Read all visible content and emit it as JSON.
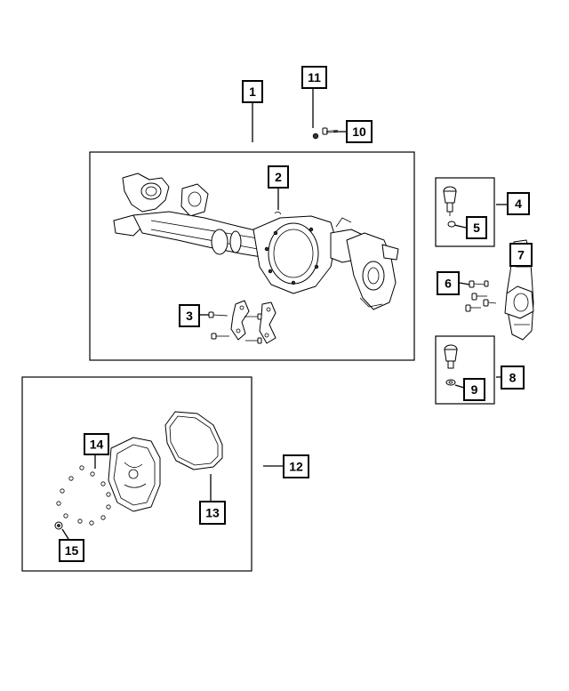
{
  "callouts": {
    "c1": "1",
    "c2": "2",
    "c3": "3",
    "c4": "4",
    "c5": "5",
    "c6": "6",
    "c7": "7",
    "c8": "8",
    "c9": "9",
    "c10": "10",
    "c11": "11",
    "c12": "12",
    "c13": "13",
    "c14": "14",
    "c15": "15"
  },
  "icons": {
    "axle": "axle-assembly-icon",
    "breather": "breather-fitting-icon",
    "bolts": "bolt-icon",
    "ball_joint": "ball-joint-icon",
    "knuckle": "steering-knuckle-icon",
    "cover": "differential-cover-icon",
    "gasket": "gasket-icon"
  }
}
